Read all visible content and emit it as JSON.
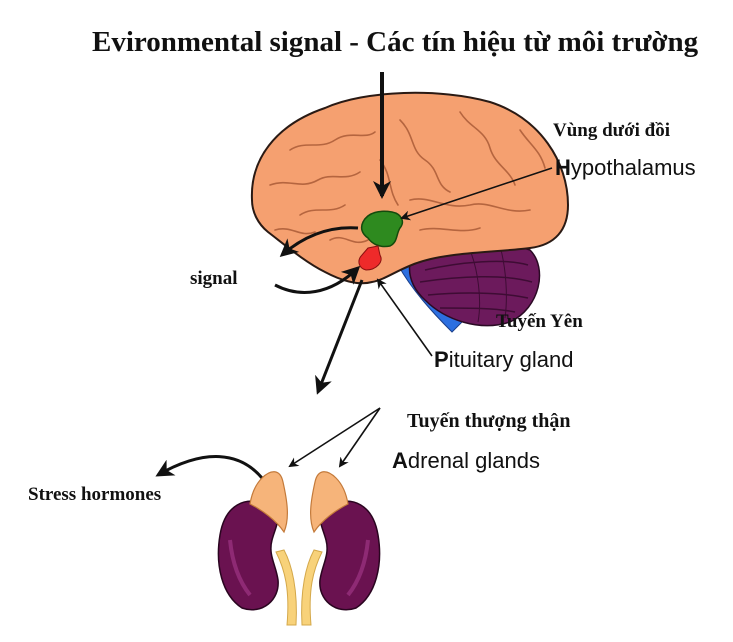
{
  "title": "Evironmental signal - Các tín hiệu từ môi trường",
  "hypothalamus": {
    "vn": "Vùng dưới đồi",
    "en_initial": "H",
    "en_rest": "ypothalamus"
  },
  "signal": "signal",
  "pituitary": {
    "vn": "Tuyến Yên",
    "en_initial": "P",
    "en_rest": "ituitary gland"
  },
  "adrenal": {
    "vn": "Tuyến thượng thận",
    "en_initial": "A",
    "en_rest": "drenal glands"
  },
  "stress": "Stress hormones",
  "colors": {
    "brain": "#f5a070",
    "brain_outline": "#2a1a14",
    "hypothalamus": "#2e8a1f",
    "pituitary": "#ee2a2a",
    "cerebellum": "#6c1a5c",
    "brainstem": "#2c6fe0",
    "kidney": "#6a1250",
    "adrenal_cap": "#f6b47a",
    "ureter": "#f8d27a"
  }
}
